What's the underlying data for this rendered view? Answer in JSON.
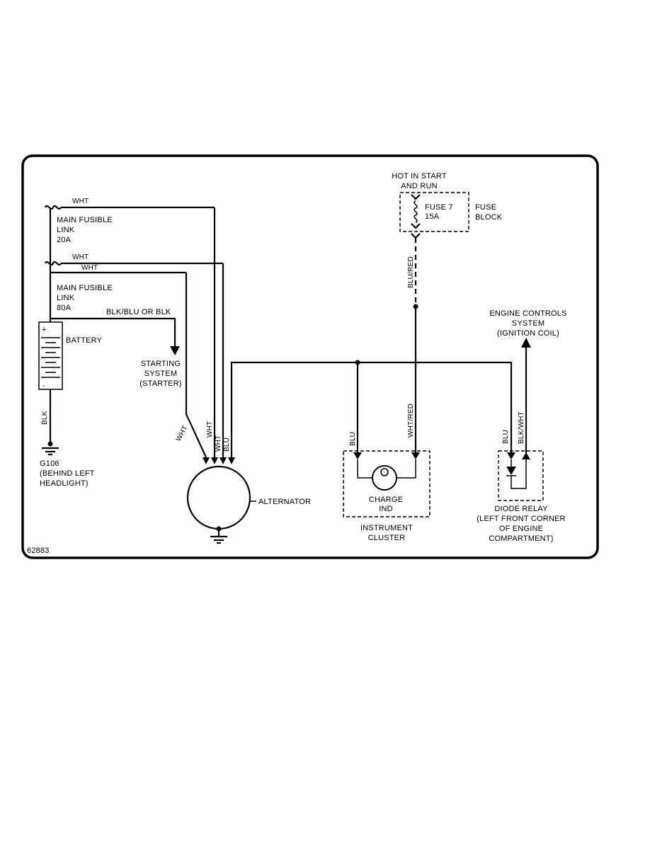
{
  "diagram": {
    "number": "62883",
    "header": {
      "line1": "HOT IN START",
      "line2": "AND RUN"
    },
    "fuse": {
      "name": "FUSE 7",
      "rating": "15A"
    },
    "fuse_block_label": {
      "line1": "FUSE",
      "line2": "BLOCK"
    },
    "fusible_link_20": {
      "line1": "MAIN FUSIBLE",
      "line2": "LINK",
      "line3": "20A"
    },
    "fusible_link_80": {
      "line1": "MAIN FUSIBLE",
      "line2": "LINK",
      "line3": "80A"
    },
    "battery": {
      "label": "BATTERY",
      "plus": "+",
      "minus": "-"
    },
    "ground": {
      "line1": "G106",
      "line2": "(BEHIND LEFT",
      "line3": "HEADLIGHT)"
    },
    "starter": {
      "line1": "STARTING",
      "line2": "SYSTEM",
      "line3": "(STARTER)"
    },
    "starter_wire": "BLK/BLU OR BLK",
    "alternator": {
      "label": "ALTERNATOR"
    },
    "engine_controls": {
      "line1": "ENGINE CONTROLS",
      "line2": "SYSTEM",
      "line3": "(IGNITION COIL)"
    },
    "charge_ind": {
      "line1": "CHARGE",
      "line2": "IND"
    },
    "instrument_cluster": {
      "line1": "INSTRUMENT",
      "line2": "CLUSTER"
    },
    "diode_relay": {
      "line1": "DIODE RELAY",
      "line2": "(LEFT FRONT CORNER",
      "line3": "OF ENGINE",
      "line4": "COMPARTMENT)"
    },
    "wires": {
      "wht": "WHT",
      "blu": "BLU",
      "blk": "BLK",
      "blu_red": "BLU/RED",
      "wht_red": "WHT/RED",
      "blk_wht": "BLK/WHT"
    }
  }
}
